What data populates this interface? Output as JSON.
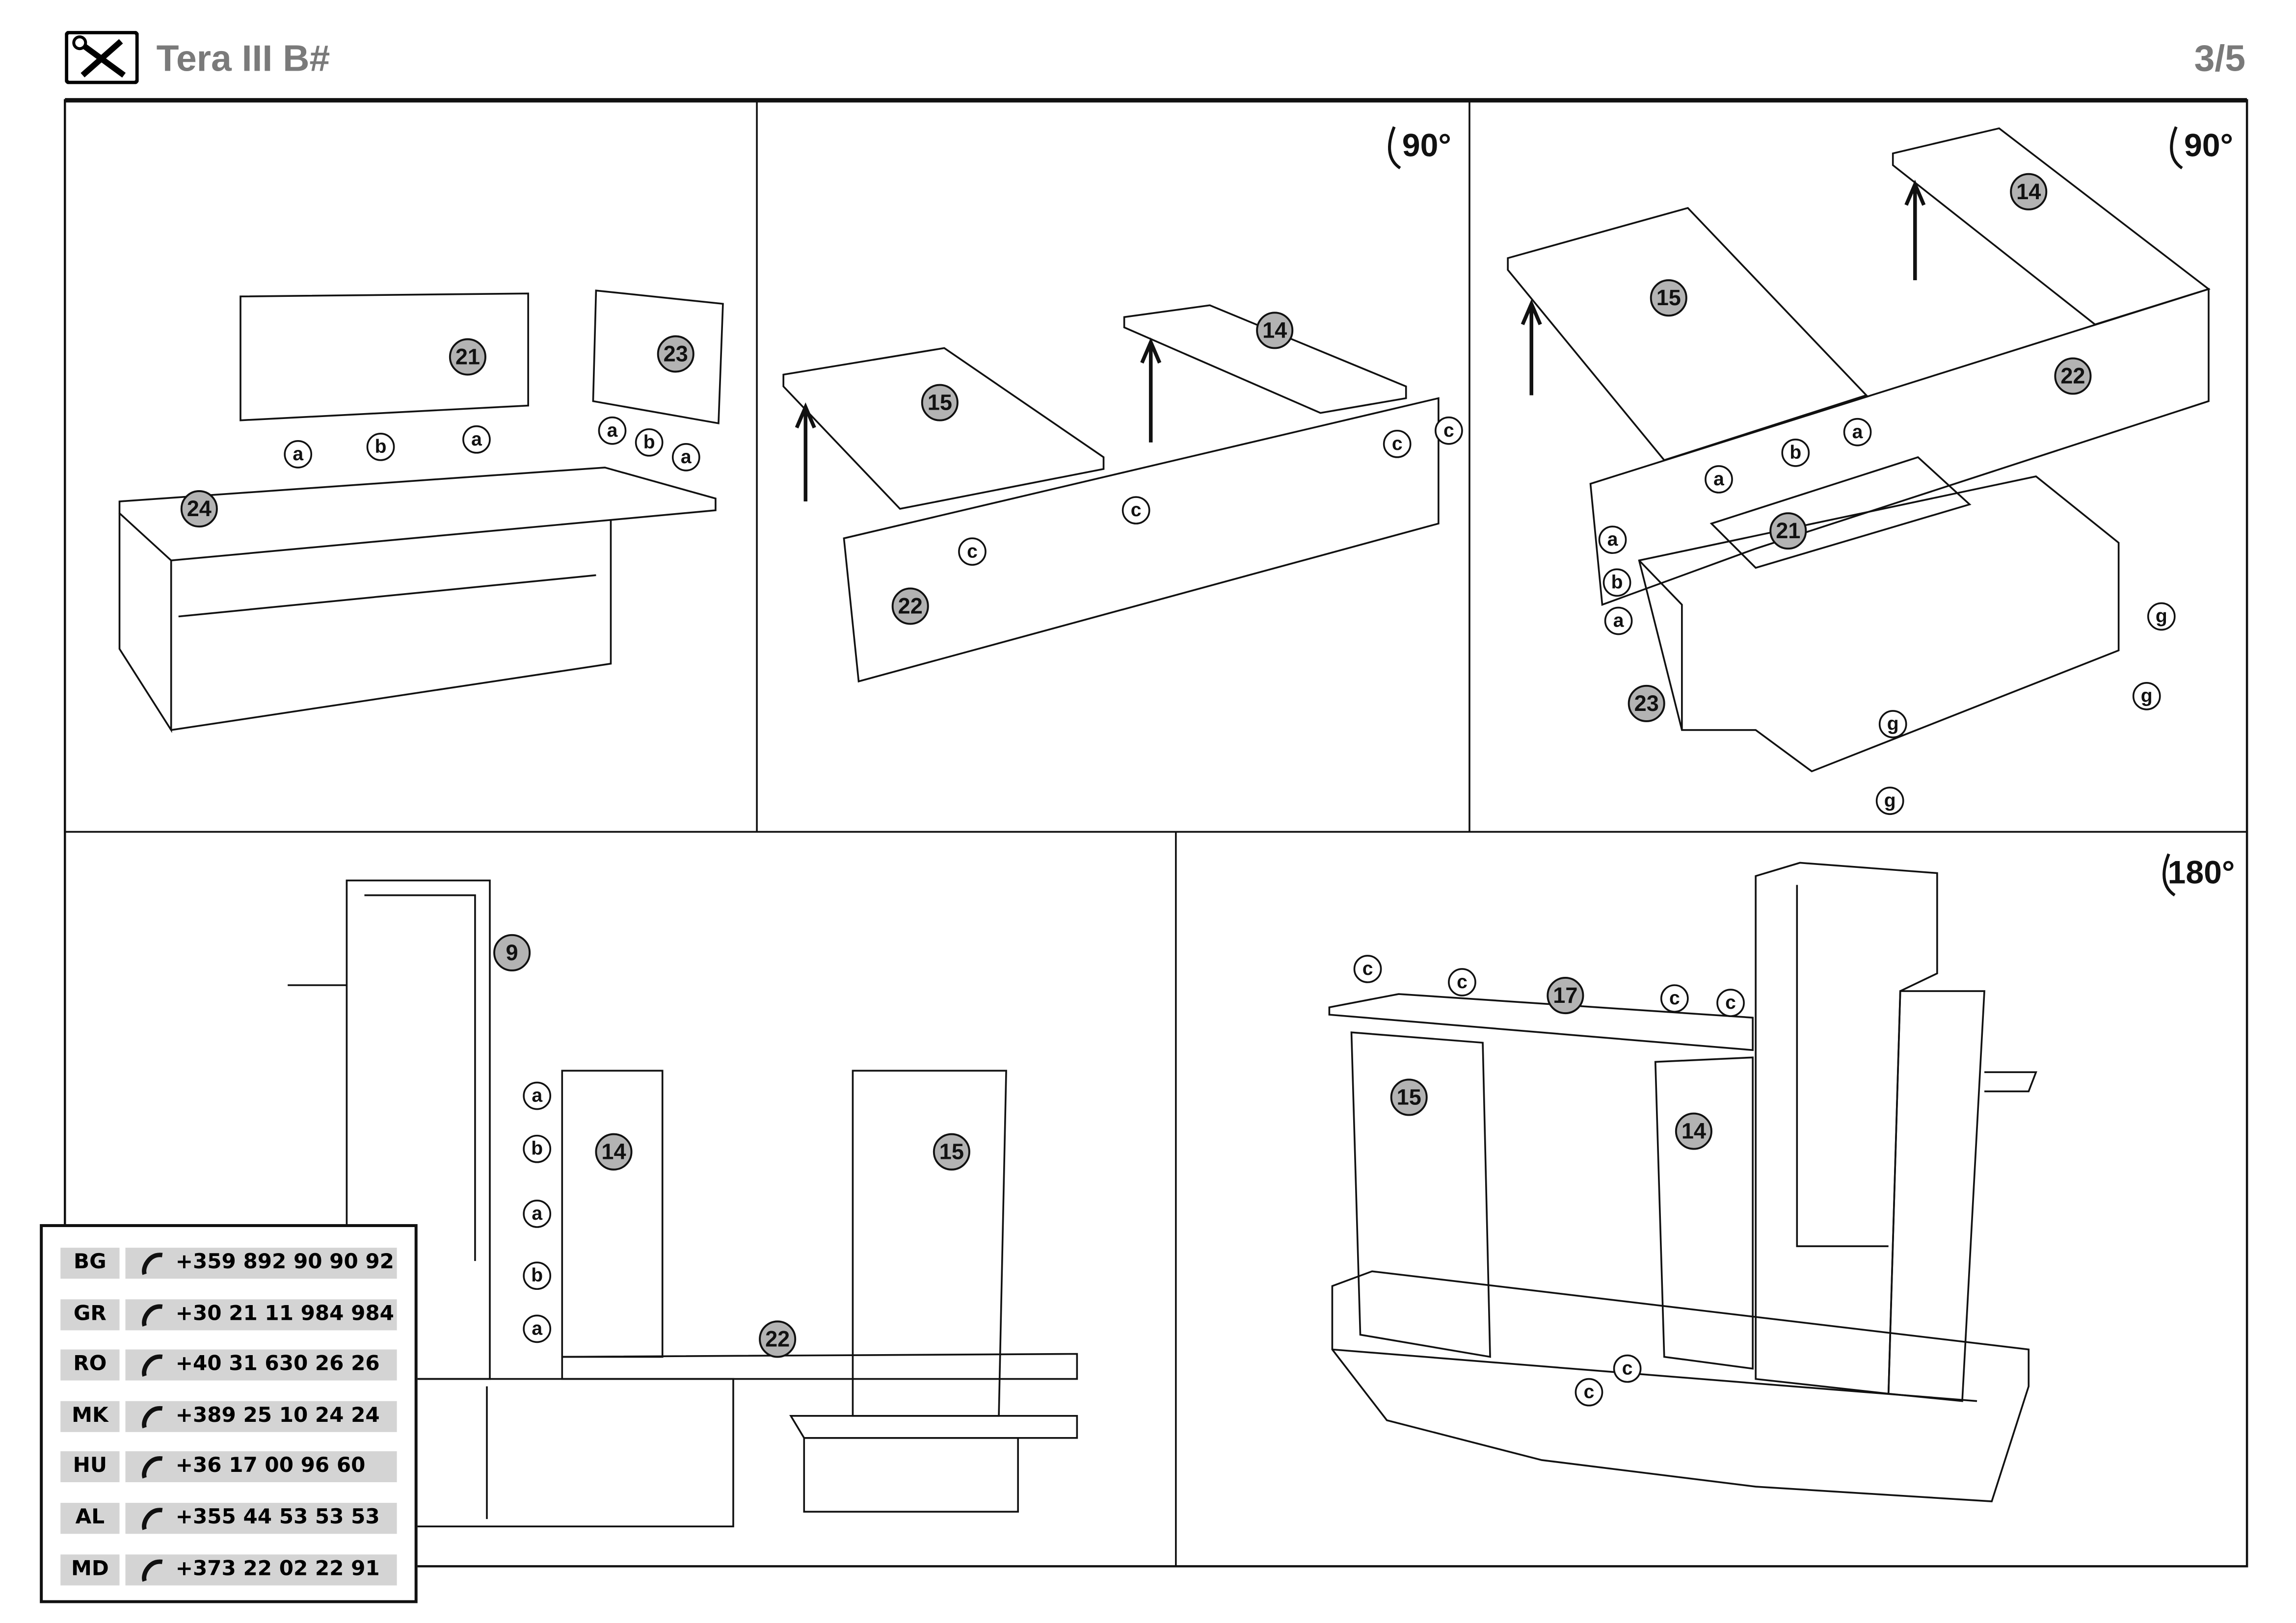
{
  "header": {
    "title": "Tera III B#",
    "page": "3/5",
    "icon": "tools-icon"
  },
  "colors": {
    "title": "#7a7a7a",
    "part_circle": "#b3b3b3",
    "phone_bg": "#d4d4d4"
  },
  "panels": [
    {
      "parts": [
        "21",
        "23",
        "24"
      ],
      "hardware": [
        "a",
        "b",
        "a",
        "a",
        "b",
        "a"
      ]
    },
    {
      "rotation": "90°",
      "parts": [
        "15",
        "14",
        "22"
      ],
      "hardware": [
        "c",
        "c",
        "c",
        "c"
      ]
    },
    {
      "rotation": "90°",
      "parts": [
        "15",
        "14",
        "22",
        "21",
        "23"
      ],
      "hardware": [
        "a",
        "b",
        "a",
        "a",
        "b",
        "a",
        "g",
        "g",
        "g",
        "g"
      ]
    },
    {
      "parts": [
        "9",
        "14",
        "15",
        "22"
      ],
      "hardware": [
        "a",
        "b",
        "a",
        "b",
        "a"
      ]
    },
    {
      "rotation": "180°",
      "parts": [
        "17",
        "15",
        "14"
      ],
      "hardware": [
        "c",
        "c",
        "c",
        "c",
        "c",
        "c"
      ]
    }
  ],
  "phones": [
    {
      "country": "BG",
      "number": "+359 892 90 90 92"
    },
    {
      "country": "GR",
      "number": "+30 21 11 984 984"
    },
    {
      "country": "RO",
      "number": "+40 31 630 26 26"
    },
    {
      "country": "MK",
      "number": "+389 25 10 24 24"
    },
    {
      "country": "HU",
      "number": "+36 17 00 96 60"
    },
    {
      "country": "AL",
      "number": "+355 44 53 53 53"
    },
    {
      "country": "MD",
      "number": "+373 22 02 22 91"
    }
  ]
}
